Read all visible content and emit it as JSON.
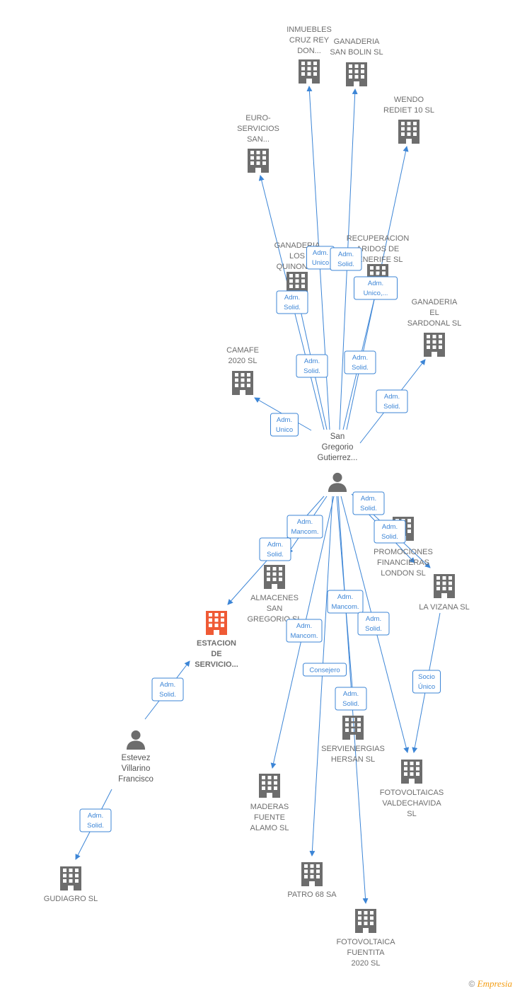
{
  "colors": {
    "building": "#6d6d6d",
    "main_building": "#ef5a35",
    "person": "#6d6d6d",
    "edge": "#3c85d6",
    "label": "#6e6e6e"
  },
  "nodes": [
    {
      "id": "inmuebles",
      "type": "company",
      "lines": [
        "INMUEBLES",
        "CRUZ REY",
        "DON..."
      ]
    },
    {
      "id": "ganaderia_bolin",
      "type": "company",
      "lines": [
        "GANADERIA",
        "SAN BOLIN  SL"
      ]
    },
    {
      "id": "wendo",
      "type": "company",
      "lines": [
        "WENDO",
        "REDIET 10  SL"
      ]
    },
    {
      "id": "euro",
      "type": "company",
      "lines": [
        "EURO-",
        "SERVICIOS",
        "SAN..."
      ]
    },
    {
      "id": "ganaderia_quinones",
      "type": "company",
      "lines": [
        "GANADERIA",
        "LOS",
        "QUINONES"
      ]
    },
    {
      "id": "recuperacion",
      "type": "company",
      "lines": [
        "RECUPERACION",
        "ARIDOS DE",
        "TENERIFE SL"
      ]
    },
    {
      "id": "ganaderia_sardonal",
      "type": "company",
      "lines": [
        "GANADERIA",
        "EL",
        "SARDONAL  SL"
      ]
    },
    {
      "id": "camafe",
      "type": "company",
      "lines": [
        "CAMAFE",
        "2020  SL"
      ]
    },
    {
      "id": "san_gregorio",
      "type": "person",
      "lines": [
        "San",
        "Gregorio",
        "Gutierrez..."
      ]
    },
    {
      "id": "promociones",
      "type": "company",
      "lines": [
        "PROMOCIONES",
        "FINANCIERAS",
        "LONDON  SL"
      ]
    },
    {
      "id": "almacenes",
      "type": "company",
      "lines": [
        "ALMACENES",
        "SAN",
        "GREGORIO SL"
      ]
    },
    {
      "id": "la_vizana",
      "type": "company",
      "lines": [
        "LA VIZANA  SL"
      ]
    },
    {
      "id": "estacion",
      "type": "main",
      "lines": [
        "ESTACION",
        "DE",
        "SERVICIO..."
      ]
    },
    {
      "id": "servienergias",
      "type": "company",
      "lines": [
        "SERVIENERGIAS",
        "HERSAN SL"
      ]
    },
    {
      "id": "estevez",
      "type": "person",
      "lines": [
        "Estevez",
        "Villarino",
        "Francisco"
      ]
    },
    {
      "id": "fotovoltaicas",
      "type": "company",
      "lines": [
        "FOTOVOLTAICAS",
        "VALDECHAVIDA",
        "SL"
      ]
    },
    {
      "id": "maderas",
      "type": "company",
      "lines": [
        "MADERAS",
        "FUENTE",
        "ALAMO SL"
      ]
    },
    {
      "id": "gudiagro",
      "type": "company",
      "lines": [
        "GUDIAGRO  SL"
      ]
    },
    {
      "id": "patro",
      "type": "company",
      "lines": [
        "PATRO 68 SA"
      ]
    },
    {
      "id": "fuentita",
      "type": "company",
      "lines": [
        "FOTOVOLTAICA",
        "FUENTITA",
        "2020  SL"
      ]
    }
  ],
  "edges": [
    {
      "from": "san_gregorio",
      "to": "inmuebles",
      "lines": [
        "Adm.",
        "Unico"
      ]
    },
    {
      "from": "san_gregorio",
      "to": "ganaderia_bolin",
      "lines": [
        "Adm.",
        "Solid."
      ]
    },
    {
      "from": "san_gregorio",
      "to": "wendo",
      "lines": [
        "Adm.",
        "Unico,..."
      ]
    },
    {
      "from": "san_gregorio",
      "to": "euro",
      "lines": [
        "Adm.",
        "Solid."
      ]
    },
    {
      "from": "san_gregorio",
      "to": "ganaderia_quinones",
      "lines": [
        "Adm.",
        "Solid."
      ]
    },
    {
      "from": "san_gregorio",
      "to": "recuperacion",
      "lines": [
        "Adm.",
        "Solid."
      ]
    },
    {
      "from": "san_gregorio",
      "to": "ganaderia_sardonal",
      "lines": [
        "Adm.",
        "Solid."
      ]
    },
    {
      "from": "san_gregorio",
      "to": "camafe",
      "lines": [
        "Adm.",
        "Unico"
      ]
    },
    {
      "from": "san_gregorio",
      "to": "promociones",
      "lines": [
        "Adm.",
        "Solid."
      ]
    },
    {
      "from": "san_gregorio",
      "to": "la_vizana",
      "lines": [
        "Adm.",
        "Solid."
      ]
    },
    {
      "from": "san_gregorio",
      "to": "almacenes",
      "lines": [
        "Adm.",
        "Mancom."
      ]
    },
    {
      "from": "san_gregorio",
      "to": "estacion",
      "lines": [
        "Adm.",
        "Solid."
      ]
    },
    {
      "from": "san_gregorio",
      "to": "servienergias",
      "lines": [
        "Adm.",
        "Mancom."
      ]
    },
    {
      "from": "san_gregorio",
      "to": "fotovoltaicas",
      "lines": [
        "Adm.",
        "Solid."
      ]
    },
    {
      "from": "san_gregorio",
      "to": "maderas",
      "lines": [
        "Adm.",
        "Mancom."
      ]
    },
    {
      "from": "san_gregorio",
      "to": "patro",
      "lines": [
        "Consejero"
      ]
    },
    {
      "from": "san_gregorio",
      "to": "fuentita",
      "lines": [
        "Adm.",
        "Solid."
      ]
    },
    {
      "from": "la_vizana",
      "to": "fotovoltaicas",
      "lines": [
        "Socio",
        "Único"
      ]
    },
    {
      "from": "estevez",
      "to": "estacion",
      "lines": [
        "Adm.",
        "Solid."
      ]
    },
    {
      "from": "estevez",
      "to": "gudiagro",
      "lines": [
        "Adm.",
        "Solid."
      ]
    }
  ],
  "footer": {
    "copyright": "©",
    "brand": "Empresia"
  }
}
